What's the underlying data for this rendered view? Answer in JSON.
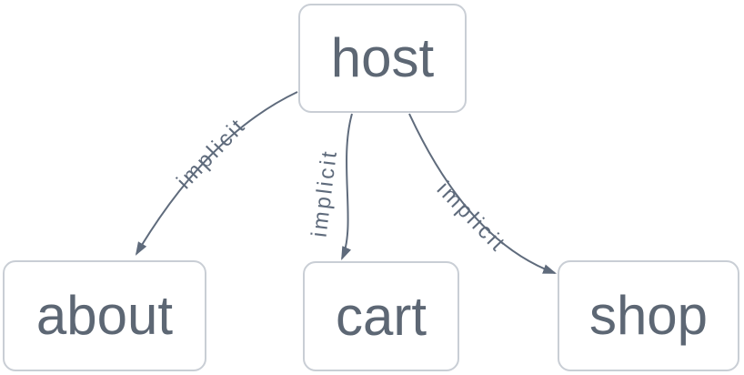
{
  "diagram": {
    "type": "dependency-graph",
    "nodes": [
      {
        "id": "host",
        "label": "host"
      },
      {
        "id": "about",
        "label": "about"
      },
      {
        "id": "cart",
        "label": "cart"
      },
      {
        "id": "shop",
        "label": "shop"
      }
    ],
    "edges": [
      {
        "from": "host",
        "to": "about",
        "label": "implicit"
      },
      {
        "from": "host",
        "to": "cart",
        "label": "implicit"
      },
      {
        "from": "host",
        "to": "shop",
        "label": "implicit"
      }
    ],
    "colors": {
      "background": "#ffffff",
      "node_fill": "#ffffff",
      "node_border": "#c9ced5",
      "node_text": "#5d6774",
      "edge": "#5f6b7c"
    }
  }
}
